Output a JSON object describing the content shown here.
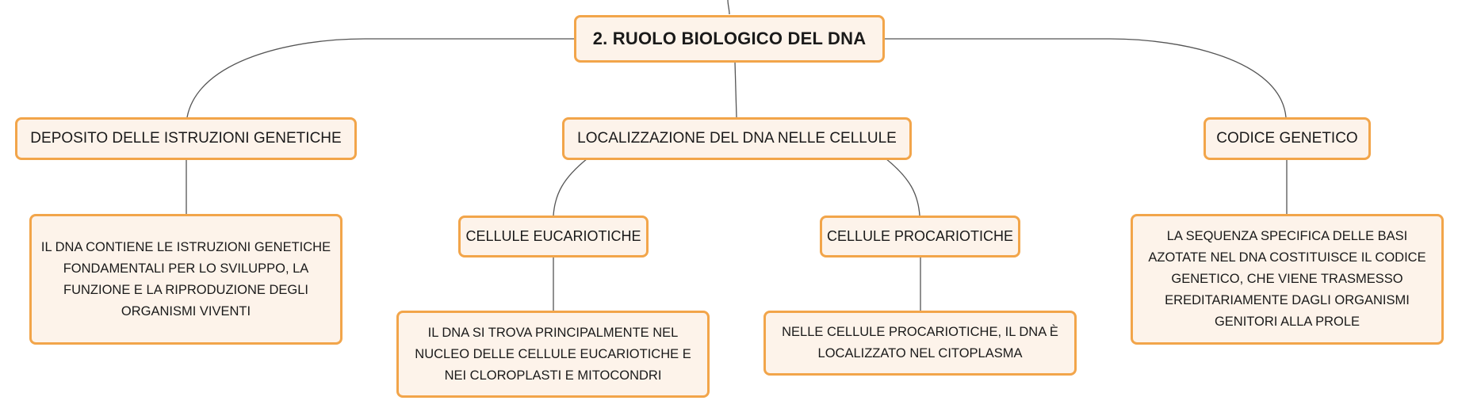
{
  "colors": {
    "node_border": "#f2a54a",
    "node_fill": "#fdf3ea",
    "connector": "#555555"
  },
  "mindmap": {
    "root": {
      "label": "2. RUOLO BIOLOGICO DEL DNA"
    },
    "branches": [
      {
        "label": "DEPOSITO DELLE ISTRUZIONI GENETICHE",
        "detail": "IL DNA CONTIENE LE ISTRUZIONI GENETICHE FONDAMENTALI PER LO SVILUPPO, LA FUNZIONE E LA RIPRODUZIONE DEGLI ORGANISMI VIVENTI"
      },
      {
        "label": "LOCALIZZAZIONE DEL DNA NELLE CELLULE",
        "children": [
          {
            "label": "CELLULE EUCARIOTICHE",
            "detail": "IL DNA SI TROVA PRINCIPALMENTE NEL NUCLEO DELLE CELLULE EUCARIOTICHE E NEI CLOROPLASTI E MITOCONDRI"
          },
          {
            "label": "CELLULE PROCARIOTICHE",
            "detail": "NELLE CELLULE PROCARIOTICHE, IL DNA È LOCALIZZATO NEL CITOPLASMA"
          }
        ]
      },
      {
        "label": "CODICE GENETICO",
        "detail": "LA SEQUENZA SPECIFICA DELLE BASI AZOTATE NEL DNA COSTITUISCE IL CODICE GENETICO, CHE VIENE TRASMESSO EREDITARIAMENTE DAGLI ORGANISMI GENITORI ALLA PROLE"
      }
    ]
  }
}
